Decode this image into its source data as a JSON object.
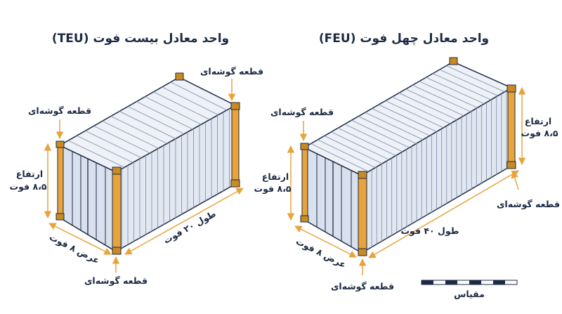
{
  "teu": {
    "title": "واحد معادل بیست فوت (TEU)",
    "corner_top_right": "قطعه گوشه‌ای",
    "corner_left": "قطعه گوشه‌ای",
    "corner_bottom": "قطعه گوشه‌ای",
    "height_word": "ارتفاع",
    "height_value": "۸،۵ فوت",
    "length": "طول ۲۰ فوت",
    "width": "عرض ۸ فوت"
  },
  "feu": {
    "title": "واحد معادل چهل فوت (FEU)",
    "corner_left": "قطعه گوشه‌ای",
    "corner_right": "قطعه گوشه‌ای",
    "corner_bottom": "قطعه گوشه‌ای",
    "height_left_word": "ارتفاع",
    "height_left_value": "۸،۵ فوت",
    "height_right_word": "ارتفاع",
    "height_right_value": "۸،۵ فوت",
    "length": "طول ۴۰ فوت",
    "width": "عرض ۸ فوت"
  },
  "scale": {
    "label": "مقیاس"
  },
  "colors": {
    "container_body": "#e6ebf4",
    "container_roof": "#eef2f8",
    "outline": "#1d2a44",
    "corner_post": "#e8a33a",
    "corner_casting": "#c98a22",
    "arrow": "#e8a33a"
  }
}
